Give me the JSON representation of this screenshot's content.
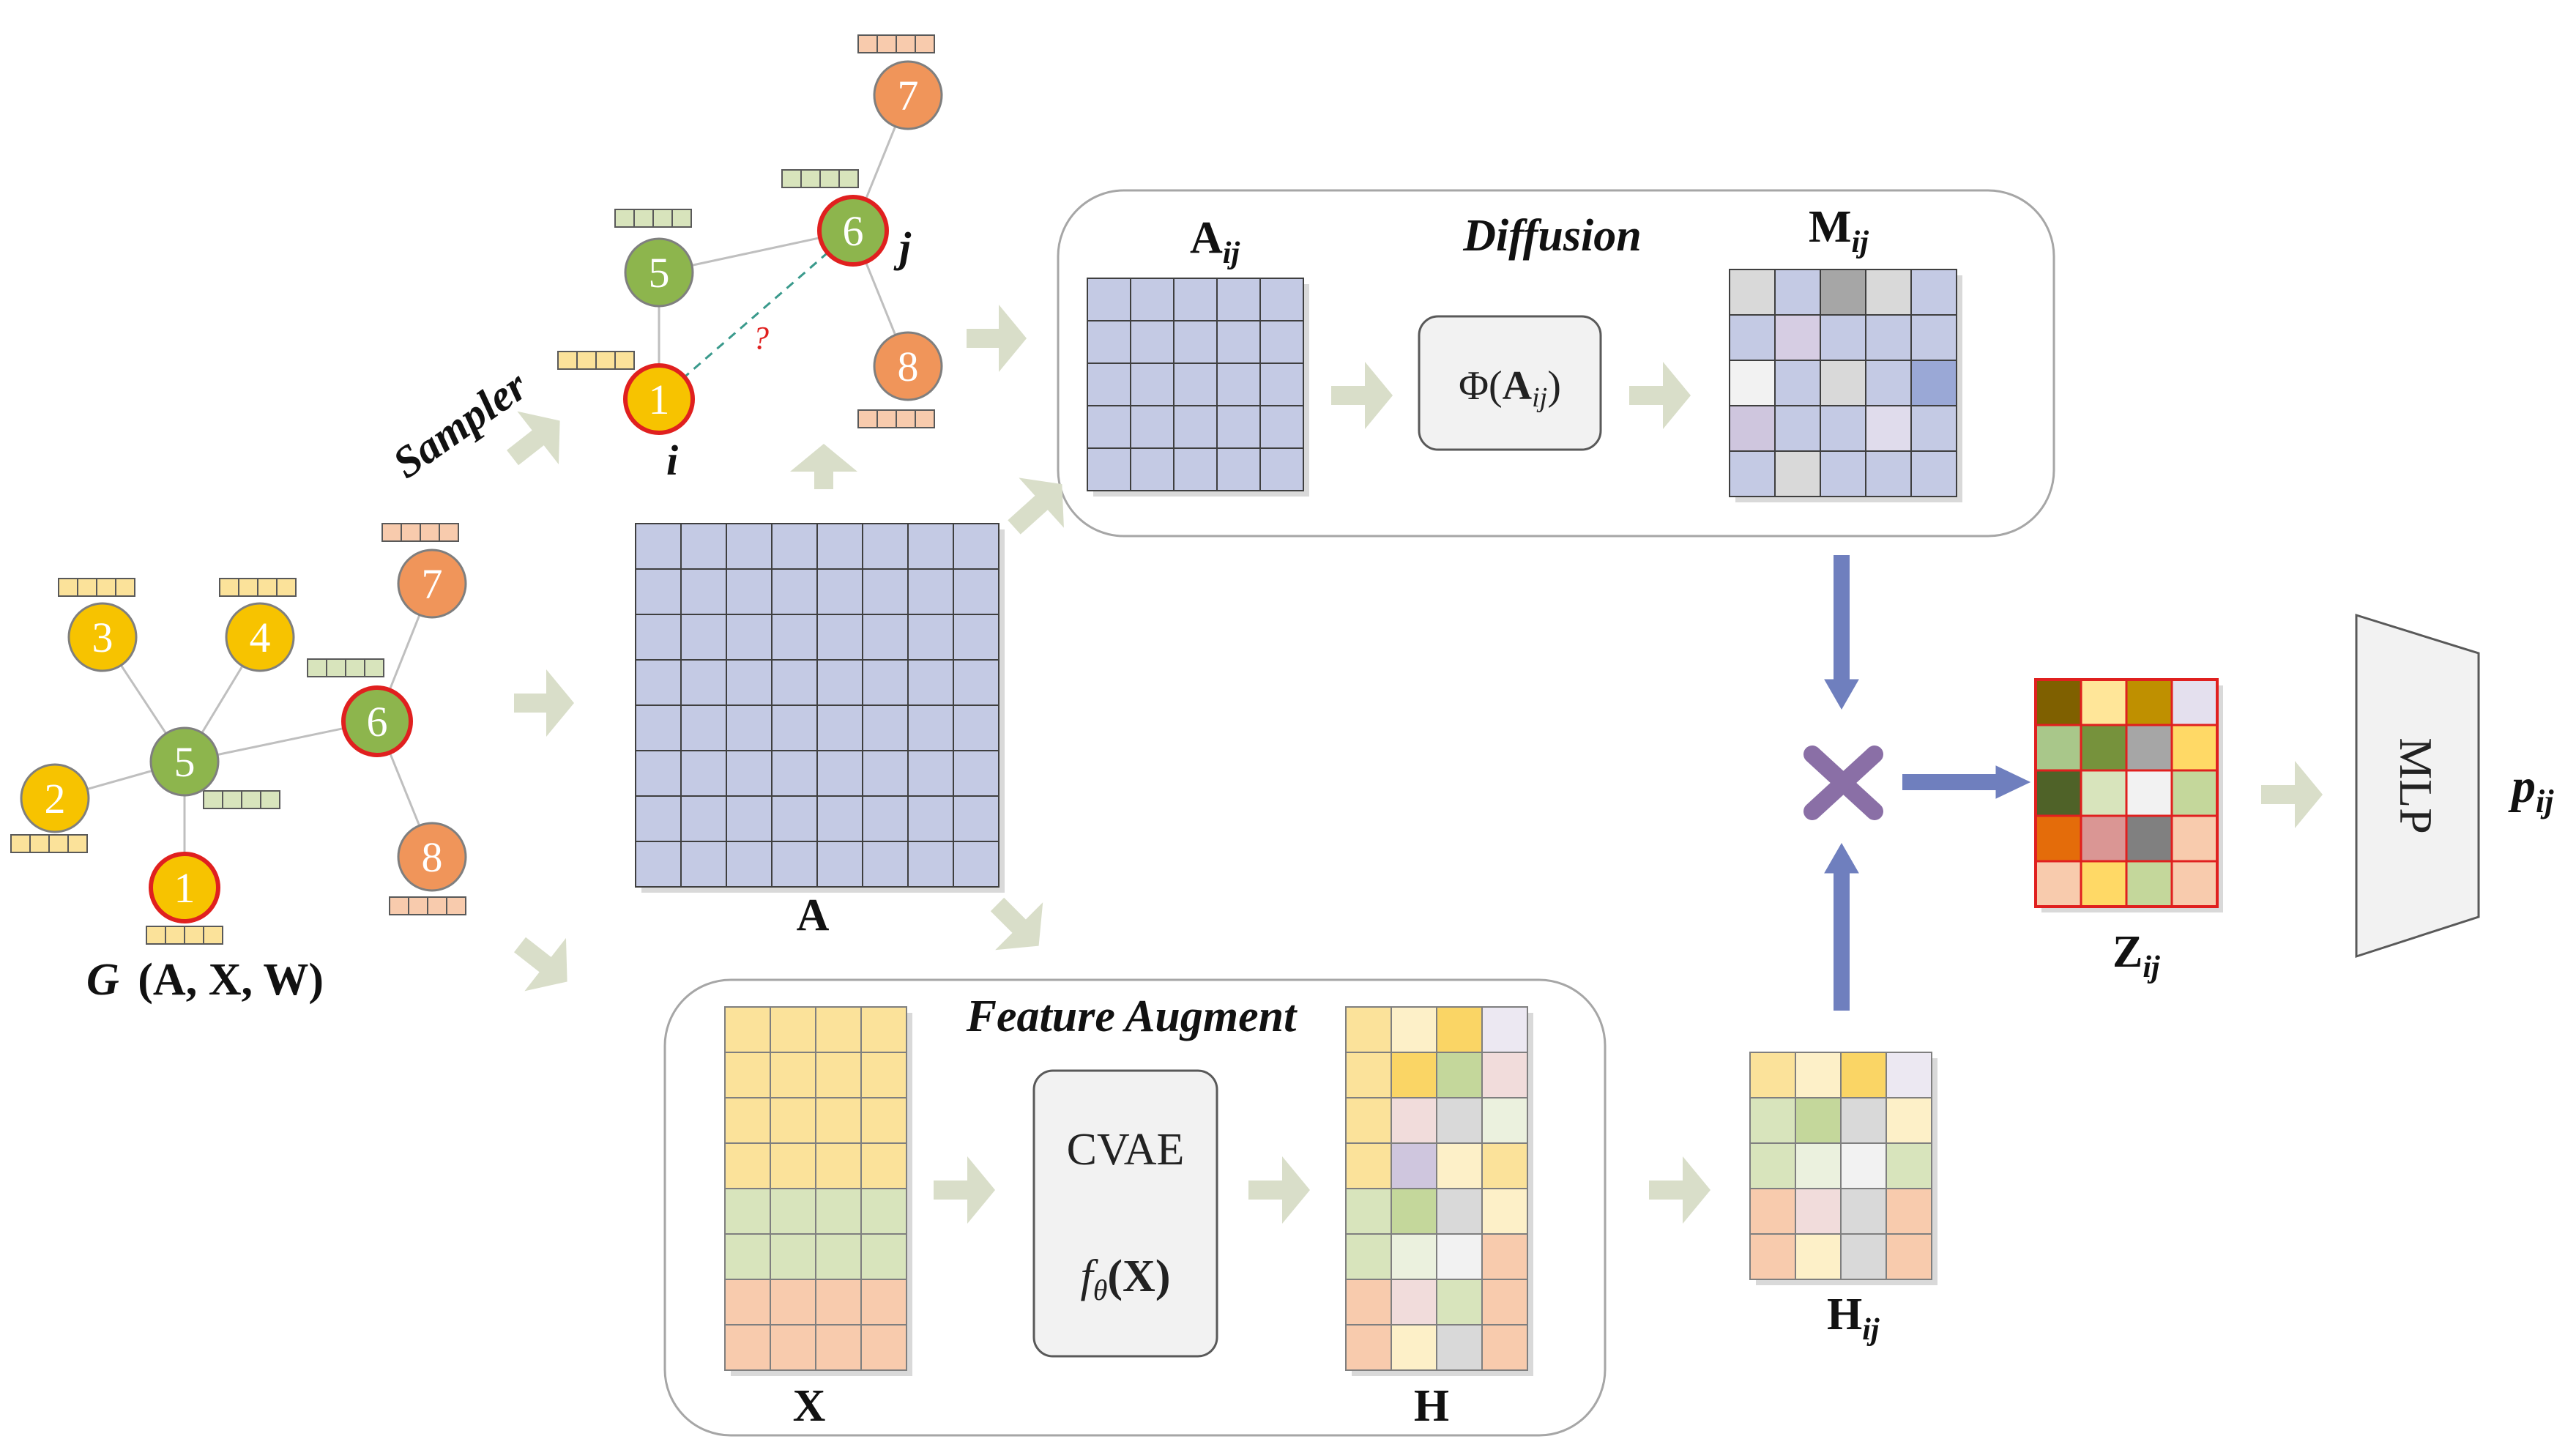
{
  "labels": {
    "graph": "G (A, X, W)",
    "graph_g": "G",
    "graph_rest": "(A, X, W)",
    "sampler": "Sampler",
    "node_i": "i",
    "node_j": "j",
    "question": "?",
    "adjacency": "A",
    "diffusion": "Diffusion",
    "a_ij_main": "A",
    "a_ij_sub": "ij",
    "m_ij_main": "M",
    "m_ij_sub": "ij",
    "phi_prefix": "Φ(",
    "phi_main": "A",
    "phi_sub": "ij",
    "phi_suffix": ")",
    "feature_augment": "Feature Augment",
    "x": "X",
    "cvae": "CVAE",
    "f_theta_f": "f",
    "f_theta_sub": "θ",
    "f_theta_arg": "(X)",
    "h": "H",
    "h_ij_main": "H",
    "h_ij_sub": "ij",
    "z_ij_main": "Z",
    "z_ij_sub": "ij",
    "mlp": "MLP",
    "p_ij_main": "p",
    "p_ij_sub": "ij",
    "multiply": "×"
  },
  "graph_nodes": [
    {
      "id": "3",
      "color": "#F7C300"
    },
    {
      "id": "4",
      "color": "#F7C300"
    },
    {
      "id": "2",
      "color": "#F7C300"
    },
    {
      "id": "5",
      "color": "#8DB54D"
    },
    {
      "id": "1",
      "color": "#F7C300",
      "highlight": true
    },
    {
      "id": "6",
      "color": "#8DB54D",
      "highlight": true
    },
    {
      "id": "7",
      "color": "#F0955A"
    },
    {
      "id": "8",
      "color": "#F0955A"
    }
  ],
  "subgraph_nodes": [
    {
      "id": "7",
      "color": "#F0955A"
    },
    {
      "id": "6",
      "color": "#8DB54D",
      "highlight": true
    },
    {
      "id": "5",
      "color": "#8DB54D"
    },
    {
      "id": "8",
      "color": "#F0955A"
    },
    {
      "id": "1",
      "color": "#F7C300",
      "highlight": true
    }
  ],
  "colors": {
    "adjacency_cell": "#C4CAE4",
    "arrow_light": "#D9DEC9",
    "arrow_blue": "#6F7FBE",
    "multiply": "#8A6FA6",
    "feat_yellow": "#FBE29A",
    "feat_green": "#D8E4BC",
    "feat_orange": "#F8CBAD",
    "z_border": "#E0201F"
  },
  "m_ij_colors": [
    [
      "#D9D9D9",
      "#C4CAE4",
      "#A6A6A6",
      "#D9D9D9",
      "#C4CAE4"
    ],
    [
      "#C4CAE4",
      "#D6CDE3",
      "#C4CAE4",
      "#C4CAE4",
      "#C4CAE4"
    ],
    [
      "#F2F2F2",
      "#C4CAE4",
      "#D9D9D9",
      "#C4CAE4",
      "#9AA8D6"
    ],
    [
      "#CFC6DE",
      "#C4CAE4",
      "#C4CAE4",
      "#E0DCEC",
      "#C4CAE4"
    ],
    [
      "#C4CAE4",
      "#D9D9D9",
      "#C4CAE4",
      "#C4CAE4",
      "#C4CAE4"
    ]
  ],
  "h_colors": [
    [
      "#FBE29A",
      "#FDF0C8",
      "#FAD565",
      "#ECE8F2"
    ],
    [
      "#FBE29A",
      "#FAD565",
      "#C4D79B",
      "#F1DCDB"
    ],
    [
      "#FBE29A",
      "#F1DCDB",
      "#D9D9D9",
      "#EBF1DE"
    ],
    [
      "#FBE29A",
      "#CFC6DE",
      "#FDF0C8",
      "#FBE29A"
    ],
    [
      "#D8E4BC",
      "#C4D79B",
      "#D9D9D9",
      "#FDF0C8"
    ],
    [
      "#D8E4BC",
      "#EBF1DE",
      "#F2F2F2",
      "#F8CBAD"
    ],
    [
      "#F8CBAD",
      "#F1DCDB",
      "#D8E4BC",
      "#F8CBAD"
    ],
    [
      "#F8CBAD",
      "#FDF0C8",
      "#D9D9D9",
      "#F8CBAD"
    ]
  ],
  "h_ij_colors": [
    [
      "#FBE29A",
      "#FDF0C8",
      "#FAD565",
      "#ECE8F2"
    ],
    [
      "#D8E4BC",
      "#C4D79B",
      "#D9D9D9",
      "#FDF0C8"
    ],
    [
      "#D8E4BC",
      "#EBF1DE",
      "#F2F2F2",
      "#D8E4BC"
    ],
    [
      "#F8CBAD",
      "#F1DCDB",
      "#D9D9D9",
      "#F8CBAD"
    ],
    [
      "#F8CBAD",
      "#FDF0C8",
      "#D9D9D9",
      "#F8CBAD"
    ]
  ],
  "z_ij_colors": [
    [
      "#7F6000",
      "#FFE699",
      "#BF9000",
      "#E4E0EE"
    ],
    [
      "#A9C78A",
      "#76923C",
      "#A6A6A6",
      "#FFD966"
    ],
    [
      "#4F6228",
      "#D8E4BC",
      "#F2F2F2",
      "#C4D79B"
    ],
    [
      "#E46C0A",
      "#DA9694",
      "#808080",
      "#F8CBAD"
    ],
    [
      "#F8CBAD",
      "#FFD966",
      "#C4D79B",
      "#F8CBAD"
    ]
  ]
}
